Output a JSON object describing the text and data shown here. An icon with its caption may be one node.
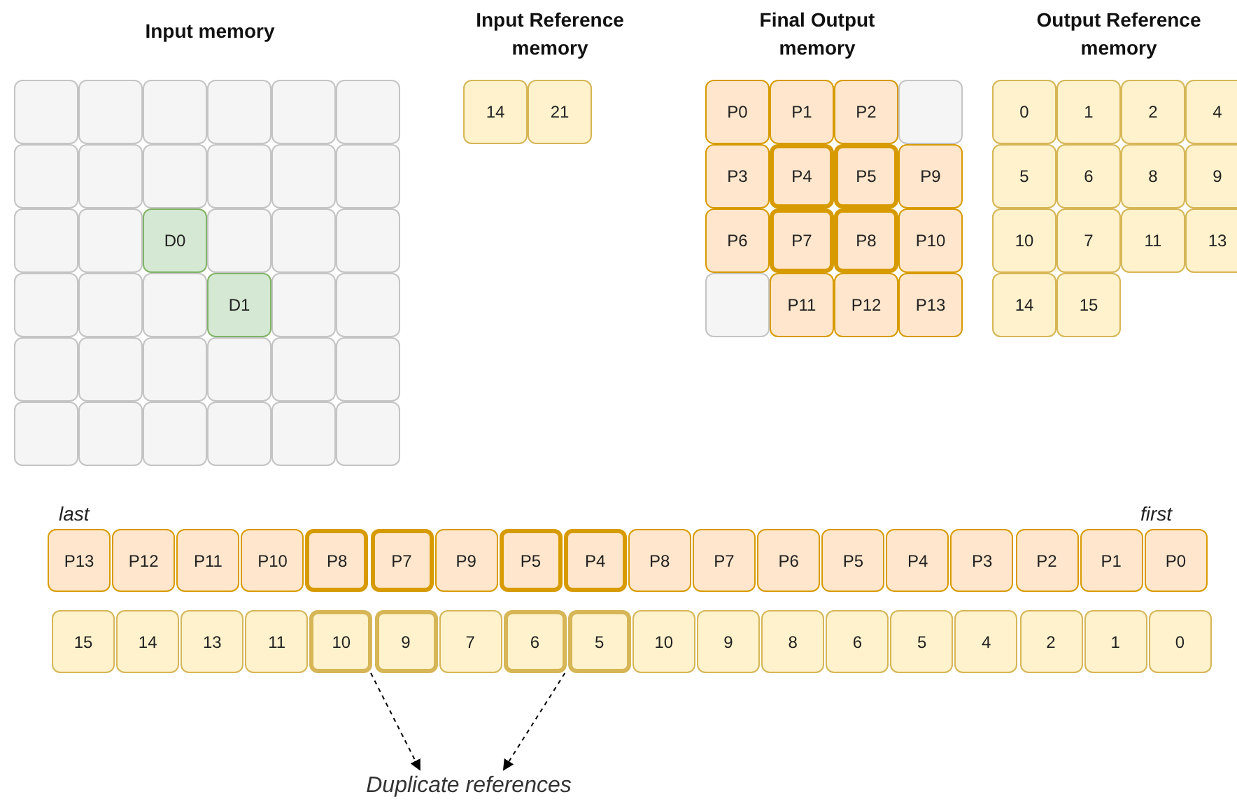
{
  "diagram": {
    "nodes": [
      {
        "text": [],
        "shape": "box"
      },
      {
        "text": [],
        "shape": "box"
      },
      {
        "text": [],
        "shape": "box"
      },
      {
        "text": [],
        "shape": "box"
      },
      {
        "text": [],
        "shape": "box"
      },
      {
        "text": [],
        "shape": "box"
      },
      {
        "text": [],
        "shape": "box"
      },
      {
        "text": [],
        "shape": "box"
      },
      {
        "text": [],
        "shape": "box"
      },
      {
        "text": [],
        "shape": "box"
      },
      {
        "text": [],
        "shape": "box"
      },
      {
        "text": [],
        "shape": "box"
      },
      {
        "text": [],
        "shape": "box"
      },
      {
        "text": [],
        "shape": "box"
      },
      {
        "text": [
          "D0"
        ]
      },
      {
        "text": [],
        "shape": "box"
      },
      {
        "text": [],
        "shape": "box"
      },
      {
        "text": [],
        "shape": "box"
      },
      {
        "text": [],
        "shape": "box"
      },
      {
        "text": [],
        "shape": "box"
      },
      {
        "text": [],
        "shape": "box"
      },
      {
        "text": [
          "D1"
        ]
      },
      {
        "text": [],
        "shape": "box"
      },
      {
        "text": [],
        "shape": "box"
      },
      {
        "text": [],
        "shape": "box"
      },
      {
        "text": [],
        "shape": "box"
      },
      {
        "text": [],
        "shape": "box"
      },
      {
        "text": [],
        "shape": "box"
      },
      {
        "text": [],
        "shape": "box"
      },
      {
        "text": [],
        "shape": "box"
      },
      {
        "text": [],
        "shape": "box"
      },
      {
        "text": [],
        "shape": "box"
      },
      {
        "text": [],
        "shape": "box"
      },
      {
        "text": [],
        "shape": "box"
      },
      {
        "text": [],
        "shape": "box"
      },
      {
        "text": [],
        "shape": "box"
      },
      {
        "text": [
          "14"
        ]
      },
      {
        "text": [
          "21"
        ]
      },
      {
        "text": [
          "P0"
        ]
      },
      {
        "text": [
          "P1"
        ]
      },
      {
        "text": [
          "P2"
        ]
      },
      {
        "text": [],
        "shape": "box"
      },
      {
        "text": [
          "P3"
        ]
      },
      {
        "text": [
          "P4"
        ]
      },
      {
        "text": [
          "P5"
        ]
      },
      {
        "text": [
          "P9"
        ]
      },
      {
        "text": [
          "P6"
        ]
      },
      {
        "text": [
          "P7"
        ]
      },
      {
        "text": [
          "P8"
        ]
      },
      {
        "text": [
          "P10"
        ]
      },
      {
        "text": [],
        "shape": "box"
      },
      {
        "text": [
          "P11"
        ]
      },
      {
        "text": [
          "P12"
        ]
      },
      {
        "text": [
          "P13"
        ]
      },
      {
        "text": [
          "0"
        ]
      },
      {
        "text": [
          "1"
        ]
      },
      {
        "text": [
          "2"
        ]
      },
      {
        "text": [
          "4"
        ]
      },
      {
        "text": [
          "5"
        ]
      },
      {
        "text": [
          "6"
        ]
      },
      {
        "text": [
          "8"
        ]
      },
      {
        "text": [
          "9"
        ]
      },
      {
        "text": [
          "10"
        ]
      },
      {
        "text": [
          "7"
        ]
      },
      {
        "text": [
          "11"
        ]
      },
      {
        "text": [
          "13"
        ]
      },
      {
        "text": [
          "14"
        ]
      },
      {
        "text": [
          "15"
        ]
      },
      {
        "text": [
          "P13"
        ]
      },
      {
        "text": [
          "P12"
        ]
      },
      {
        "text": [
          "P11"
        ]
      },
      {
        "text": [
          "P10"
        ]
      },
      {
        "text": [
          "P8"
        ]
      },
      {
        "text": [
          "P7"
        ]
      },
      {
        "text": [
          "P9"
        ]
      },
      {
        "text": [
          "P5"
        ]
      },
      {
        "text": [
          "P4"
        ]
      },
      {
        "text": [
          "P8"
        ]
      },
      {
        "text": [
          "P7"
        ]
      },
      {
        "text": [
          "P6"
        ]
      },
      {
        "text": [
          "P5"
        ]
      },
      {
        "text": [
          "P4"
        ]
      },
      {
        "text": [
          "P3"
        ]
      },
      {
        "text": [
          "P2"
        ]
      },
      {
        "text": [
          "P1"
        ]
      },
      {
        "text": [
          "P0"
        ]
      },
      {
        "text": [
          "15"
        ]
      },
      {
        "text": [
          "14"
        ]
      },
      {
        "text": [
          "13"
        ]
      },
      {
        "text": [
          "11"
        ]
      },
      {
        "text": [
          "10"
        ]
      },
      {
        "text": [
          "9"
        ]
      },
      {
        "text": [
          "7"
        ]
      },
      {
        "text": [
          "6"
        ]
      },
      {
        "text": [
          "5"
        ]
      },
      {
        "text": [
          "10"
        ]
      },
      {
        "text": [
          "9"
        ]
      },
      {
        "text": [
          "8"
        ]
      },
      {
        "text": [
          "6"
        ]
      },
      {
        "text": [
          "5"
        ]
      },
      {
        "text": [
          "4"
        ]
      },
      {
        "text": [
          "2"
        ]
      },
      {
        "text": [
          "1"
        ]
      },
      {
        "text": [
          "0"
        ]
      },
      {
        "text": [
          "Duplicate references"
        ]
      }
    ],
    "edges": [
      {
        "from": 90,
        "to": 104,
        "arrow": "to",
        "style": "dashed"
      },
      {
        "from": 93,
        "to": 104,
        "arrow": "to",
        "style": "dashed"
      }
    ],
    "labels": [
      "Input memory",
      "Input Reference memory",
      "Final Output memory",
      "Output Reference memory",
      "last",
      "first"
    ]
  }
}
